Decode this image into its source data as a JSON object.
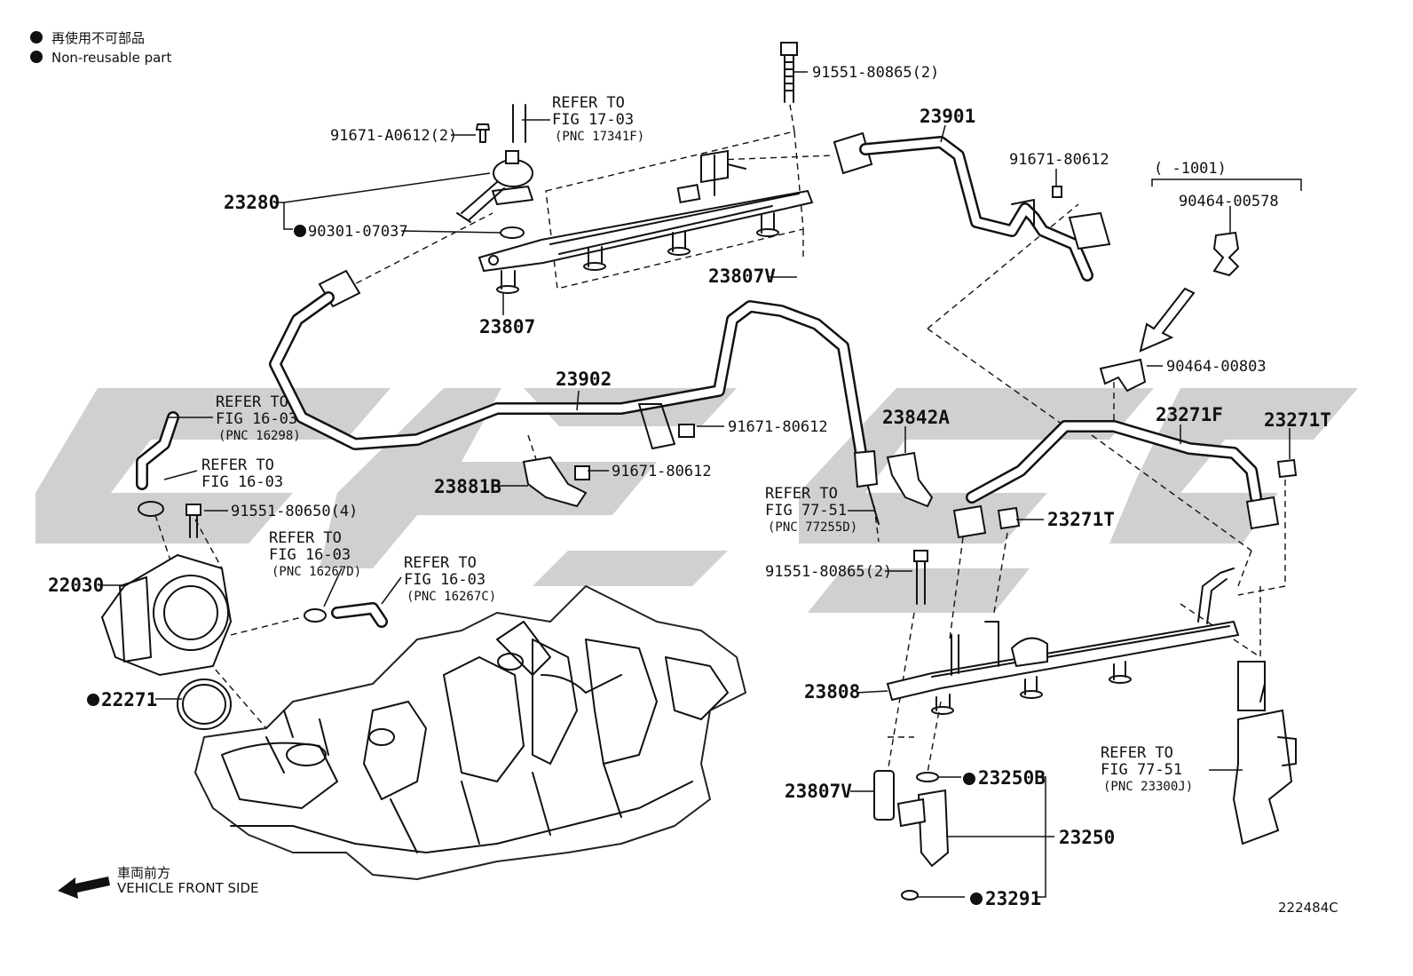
{
  "legend": {
    "line_jp": "再使用不可部品",
    "line_en": "Non-reusable part"
  },
  "direction": {
    "line_jp": "車両前方",
    "line_en": "VEHICLE FRONT SIDE"
  },
  "figure_code": "222484C",
  "parts": {
    "p91551_80865_top": "91551-80865(2)",
    "p91671_A0612": "91671-A0612(2)",
    "p23280": "23280",
    "p90301_07037": "90301-07037",
    "p23807": "23807",
    "p23807V_top": "23807V",
    "p23901": "23901",
    "p91671_80612_top": "91671-80612",
    "p90464_00578": "90464-00578",
    "p_range": "(      -1001)",
    "p90464_00803": "90464-00803",
    "p23902": "23902",
    "p91671_80612_mid": "91671-80612",
    "p91671_80612_low": "91671-80612",
    "p23881B": "23881B",
    "p23842A": "23842A",
    "p23271F": "23271F",
    "p23271T_right": "23271T",
    "p23271T_mid": "23271T",
    "p91551_80650": "91551-80650(4)",
    "p22030": "22030",
    "p22271": "22271",
    "p91551_80865_low": "91551-80865(2)",
    "p23808": "23808",
    "p23807V_low": "23807V",
    "p23250B": "23250B",
    "p23250": "23250",
    "p23291": "23291"
  },
  "refs": {
    "r17_03": {
      "l1": "REFER TO",
      "l2": "FIG 17-03",
      "l3": "(PNC 17341F)"
    },
    "r16_03_a": {
      "l1": "REFER TO",
      "l2": "FIG 16-03",
      "l3": "(PNC 16298)"
    },
    "r16_03_b": {
      "l1": "REFER TO",
      "l2": "FIG 16-03"
    },
    "r16_03_c": {
      "l1": "REFER TO",
      "l2": "FIG 16-03",
      "l3": "(PNC 16267D)"
    },
    "r16_03_d": {
      "l1": "REFER TO",
      "l2": "FIG 16-03",
      "l3": "(PNC 16267C)"
    },
    "r77_51_a": {
      "l1": "REFER TO",
      "l2": "FIG 77-51",
      "l3": "(PNC 77255D)"
    },
    "r77_51_b": {
      "l1": "REFER TO",
      "l2": "FIG 77-51",
      "l3": "(PNC 23300J)"
    }
  },
  "colors": {
    "line": "#111111",
    "watermark": "#c8c8c8",
    "background": "#ffffff"
  }
}
